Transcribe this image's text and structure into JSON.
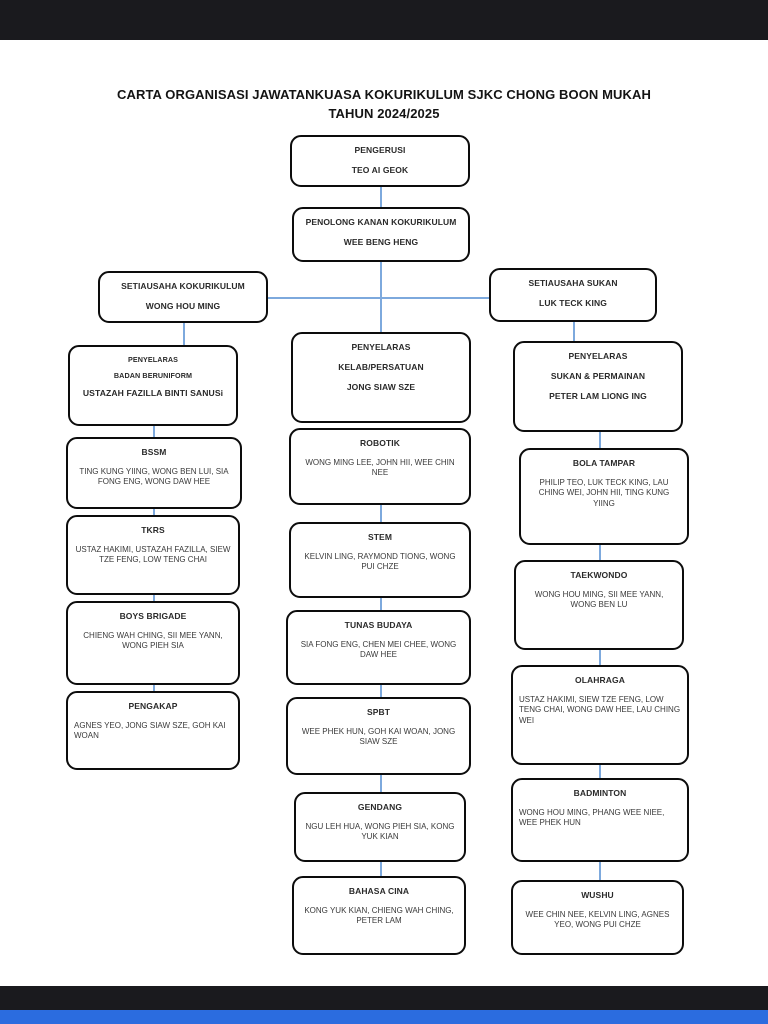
{
  "viewer": {
    "top_bar_color": "#1a1a1e",
    "bottom_bar_color": "#1a1a1e",
    "accent_bar_color": "#2b6cdf"
  },
  "document": {
    "title_line1": "CARTA ORGANISASI JAWATANKUASA KOKURIKULUM SJKC CHONG BOON MUKAH",
    "title_line2": "TAHUN 2024/2025",
    "connector_color": "#7da9dd",
    "nodes": [
      {
        "id": "pengerusi",
        "heading": "PENGERUSI",
        "name": "TEO AI GEOK"
      },
      {
        "id": "penolong-kanan",
        "heading": "PENOLONG KANAN KOKURIKULUM",
        "name": "WEE BENG HENG"
      },
      {
        "id": "setiausaha-kokurikulum",
        "heading": "SETIAUSAHA KOKURIKULUM",
        "name": "WONG HOU MING"
      },
      {
        "id": "setiausaha-sukan",
        "heading": "SETIAUSAHA SUKAN",
        "name": "LUK TECK KING"
      },
      {
        "id": "penyelaras-badan-beruniform",
        "heading": "PENYELARAS",
        "sub": "BADAN BERUNIFORM",
        "name": "USTAZAH FAZILLA BINTI SANUSi"
      },
      {
        "id": "penyelaras-kelab-persatuan",
        "heading": "PENYELARAS",
        "sub": "KELAB/PERSATUAN",
        "name": "JONG SIAW SZE"
      },
      {
        "id": "penyelaras-sukan-permainan",
        "heading": "PENYELARAS",
        "sub": "SUKAN & PERMAINAN",
        "name": "PETER LAM LIONG ING"
      },
      {
        "id": "bssm",
        "heading": "BSSM",
        "members": "TING KUNG YIING,  WONG BEN LUI, SIA FONG ENG, WONG DAW HEE"
      },
      {
        "id": "tkrs",
        "heading": "TKRS",
        "members": "USTAZ HAKIMI, USTAZAH FAZILLA, SIEW TZE FENG, LOW TENG CHAI"
      },
      {
        "id": "boys-brigade",
        "heading": "BOYS BRIGADE",
        "members": "CHIENG WAH CHING, SII MEE YANN, WONG PIEH SIA"
      },
      {
        "id": "pengakap",
        "heading": "PENGAKAP",
        "members": "AGNES YEO, JONG SIAW SZE, GOH KAI WOAN"
      },
      {
        "id": "robotik",
        "heading": "ROBOTIK",
        "members": "WONG MING LEE, JOHN HII, WEE CHIN NEE"
      },
      {
        "id": "stem",
        "heading": "STEM",
        "members": "KELVIN LING, RAYMOND TIONG, WONG PUI CHZE"
      },
      {
        "id": "tunas-budaya",
        "heading": "TUNAS BUDAYA",
        "members": "SIA FONG ENG, CHEN MEI CHEE, WONG DAW HEE"
      },
      {
        "id": "spbt",
        "heading": "SPBT",
        "members": "WEE PHEK HUN, GOH KAI WOAN, JONG SIAW SZE"
      },
      {
        "id": "gendang",
        "heading": "GENDANG",
        "members": "NGU LEH HUA, WONG PIEH SIA, KONG YUK KIAN"
      },
      {
        "id": "bahasa-cina",
        "heading": "BAHASA CINA",
        "members": "KONG YUK KIAN, CHIENG WAH CHING, PETER LAM"
      },
      {
        "id": "bola-tampar",
        "heading": "BOLA TAMPAR",
        "members": "PHILIP TEO, LUK TECK KING,  LAU CHING WEI, JOHN HII, TING KUNG YIING"
      },
      {
        "id": "taekwondo",
        "heading": "TAEKWONDO",
        "members": "WONG HOU MING, SII MEE YANN, WONG BEN LU"
      },
      {
        "id": "olahraga",
        "heading": "OLAHRAGA",
        "members": "USTAZ HAKIMI,  SIEW TZE FENG, LOW TENG CHAI, WONG DAW HEE, LAU CHING WEI"
      },
      {
        "id": "badminton",
        "heading": "BADMINTON",
        "members": "WONG HOU MING, PHANG WEE NIEE, WEE PHEK HUN"
      },
      {
        "id": "wushu",
        "heading": "WUSHU",
        "members": "WEE CHIN NEE,  KELVIN LING, AGNES YEO, WONG PUI CHZE"
      }
    ]
  }
}
